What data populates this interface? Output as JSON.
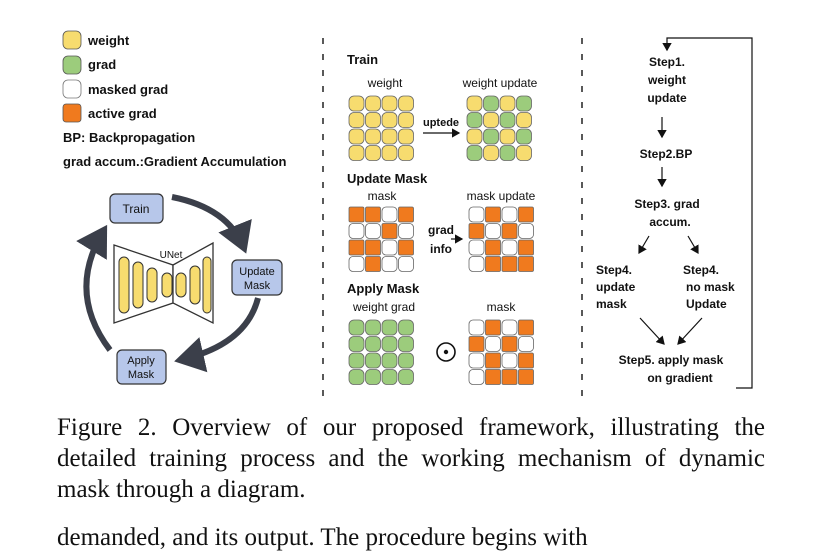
{
  "legend": {
    "weight": "weight",
    "grad": "grad",
    "masked_grad": "masked grad",
    "active_grad": "active grad",
    "bp_def": "BP: Backpropagation",
    "accum_def": "grad accum.:Gradient Accumulation"
  },
  "cycle": {
    "train": "Train",
    "unet": "UNet",
    "update_mask_1": "Update",
    "update_mask_2": "Mask",
    "apply_mask_1": "Apply",
    "apply_mask_2": "Mask"
  },
  "middle": {
    "train_title": "Train",
    "weight_label": "weight",
    "weight_update_label": "weight update",
    "uptede": "uptede",
    "update_mask_title": "Update Mask",
    "mask_label": "mask",
    "mask_update_label": "mask update",
    "grad_info_1": "grad",
    "grad_info_2": "info",
    "apply_mask_title": "Apply Mask",
    "weight_grad_label": "weight grad",
    "mask_label_2": "mask"
  },
  "steps": {
    "s1_1": "Step1.",
    "s1_2": "weight",
    "s1_3": "update",
    "s2": "Step2.BP",
    "s3_1": "Step3. grad",
    "s3_2": "accum.",
    "s4a_1": "Step4.",
    "s4a_2": "update",
    "s4a_3": "mask",
    "s4b_1": "Step4.",
    "s4b_2": "no mask",
    "s4b_3": "Update",
    "s5_1": "Step5. apply mask",
    "s5_2": "on gradient"
  },
  "colors": {
    "weight": "#f7dc6f",
    "grad": "#9ccc7c",
    "masked": "#ffffff",
    "active": "#f07a1e",
    "node_fill": "#b7c7ea",
    "arrow": "#3b3f4a"
  },
  "grids": {
    "weight_update": [
      "Y",
      "G",
      "Y",
      "G",
      "G",
      "Y",
      "G",
      "Y",
      "Y",
      "G",
      "Y",
      "G",
      "G",
      "Y",
      "G",
      "Y"
    ],
    "mask": [
      "O",
      "O",
      "W",
      "O",
      "W",
      "W",
      "O",
      "W",
      "O",
      "O",
      "W",
      "O",
      "W",
      "O",
      "W",
      "W"
    ],
    "mask_update": [
      "W",
      "O",
      "W",
      "O",
      "O",
      "W",
      "O",
      "W",
      "W",
      "O",
      "W",
      "O",
      "W",
      "O",
      "O",
      "O"
    ],
    "apply_mask": [
      "W",
      "O",
      "W",
      "O",
      "O",
      "W",
      "O",
      "W",
      "W",
      "O",
      "W",
      "O",
      "W",
      "O",
      "O",
      "O"
    ]
  },
  "caption": "Figure 2.  Overview of our proposed framework, illustrating the detailed training process and the working mechanism of dynamic mask through a diagram.",
  "body_partial": "demanded, and its output. The procedure begins with"
}
